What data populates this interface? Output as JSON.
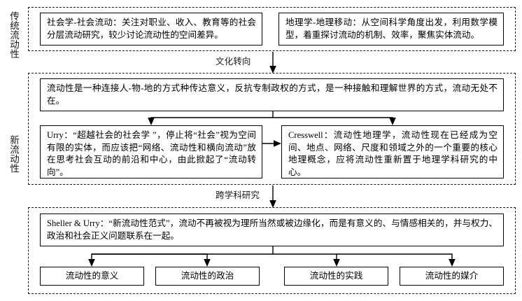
{
  "diagram": {
    "title_present": false,
    "stages": [
      {
        "id": "traditional",
        "label": "传统流动性"
      },
      {
        "id": "new",
        "label": "新流动性"
      }
    ],
    "connectors": [
      {
        "id": "cultural-turn",
        "label": "文化转向"
      },
      {
        "id": "interdisciplinary",
        "label": "跨学科研究"
      }
    ],
    "groups": {
      "traditional": {
        "boxes": [
          {
            "id": "sociology",
            "text": "社会学-社会流动：关注对职业、收入、教育等的社会分层流动研究，较少讨论流动性的空间差异。"
          },
          {
            "id": "geography",
            "text": "地理学-地理移动：从空间科学角度出发，利用数学模型，着重探讨流动的机制、效率，聚焦实体流动。"
          }
        ]
      },
      "new_mobilities": {
        "statement": {
          "id": "mobility-definition",
          "text": "流动性是一种连接人-物-地的方式种传达意义，反抗专制政权的方式，是一种接触和理解世界的方式，流动无处不在。"
        },
        "boxes": [
          {
            "id": "urry",
            "text": "Urry：“超越社会的社会学 ”，停止将“社会”视为空间有限的实体，而应该把“网络、流动性和横向流动”放在思考社会互动的前沿和中心，由此掀起了“流动转向”。"
          },
          {
            "id": "cresswell",
            "text": "Cresswell：流动性地理学，流动性现在已经成为空间、地点、网络、尺度和领域之外的一个重要的核心地理概念，应将流动性重新置于地理学科研究的中心。"
          }
        ]
      },
      "paradigm": {
        "statement": {
          "id": "sheller-urry",
          "text": "Sheller & Urry：“新流动性范式”，流动不再被视为理所当然或被边缘化，而是有意义的、与情感相关的，并与权力、政治和社会正义问题联系在一起。"
        },
        "leaves": [
          {
            "id": "meaning",
            "text": "流动性的意义"
          },
          {
            "id": "politics",
            "text": "流动性的政治"
          },
          {
            "id": "practice",
            "text": "流动性的实践"
          },
          {
            "id": "media",
            "text": "流动性的媒介"
          }
        ]
      }
    },
    "colors": {
      "background": "#ffffff",
      "stroke": "#000000",
      "dashed_stroke": "#1a1a1a",
      "text": "#000000"
    }
  }
}
